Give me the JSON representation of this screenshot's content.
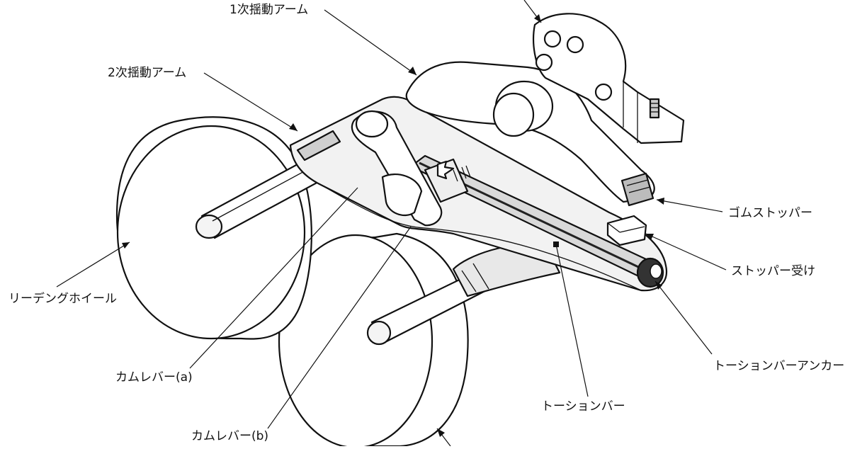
{
  "diagram": {
    "labels": {
      "primary_swing_arm": "1次揺動アーム",
      "secondary_swing_arm": "2次揺動アーム",
      "rubber_stopper": "ゴムストッパー",
      "stopper_seat": "ストッパー受け",
      "leading_wheel": "リーデングホイール",
      "torsion_bar_anchor": "トーションバーアンカー",
      "cam_lever_a": "カムレバー(a)",
      "torsion_bar": "トーションバー",
      "cam_lever_b": "カムレバー(b)"
    }
  }
}
